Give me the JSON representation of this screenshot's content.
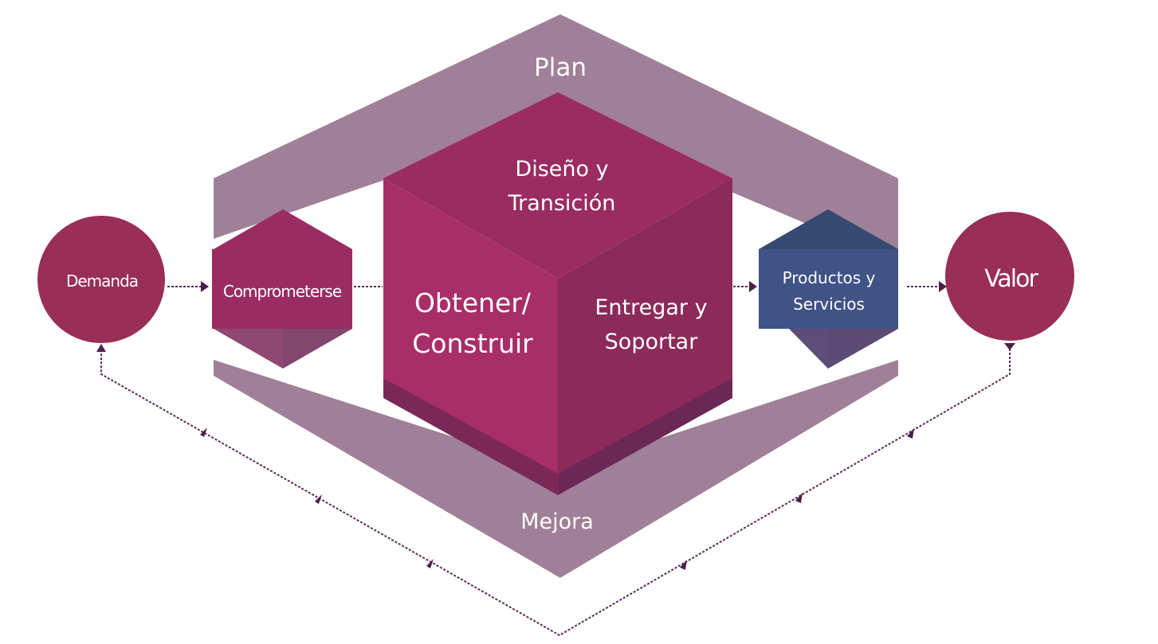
{
  "diagram": {
    "title": "Service Value Chain",
    "colors": {
      "ring": "#a08098",
      "cube_top": "#9a2c62",
      "cube_left": "#a82e68",
      "cube_right": "#8c2a5a",
      "cube_bottom_shade": "#7a2858",
      "node_circle": "#992e57",
      "commit_hex": "#9a2c62",
      "products_hex": "#3f5387",
      "products_hex_top": "#364970",
      "connector": "#5a2a55"
    },
    "ring_labels": {
      "top": "Plan",
      "bottom": "Mejora"
    },
    "cube_faces": {
      "top": [
        "Diseño y",
        "Transición"
      ],
      "left": [
        "Obtener/",
        "Construir"
      ],
      "right": [
        "Entregar y",
        "Soportar"
      ]
    },
    "nodes": {
      "input": "Demanda",
      "commit": "Comprometerse",
      "output": [
        "Productos y",
        "Servicios"
      ],
      "result": "Valor"
    },
    "flow": [
      "Demanda",
      "Comprometerse",
      "Obtener/Construir",
      "Entregar y Soportar",
      "Productos y Servicios",
      "Valor"
    ],
    "feedback_loop": "Valor → Demanda (retroalimentación)"
  }
}
